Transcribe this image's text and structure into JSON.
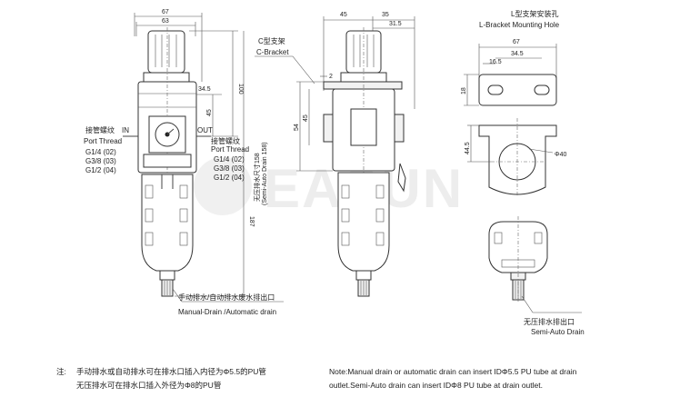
{
  "watermark": "EASUN",
  "front_view": {
    "dims": {
      "width_top": "67",
      "width_body": "63",
      "height_total": "100",
      "offset_right": "34.5",
      "port_height": "45",
      "bottom_height": "187",
      "drain_size_note": "无压排水尺寸158",
      "drain_size_note_en": "(Semi-Auto Drain 158)"
    },
    "labels": {
      "in": "IN",
      "out": "OUT",
      "port_thread_cn": "接管螺纹",
      "port_thread_en": "Port Thread",
      "threads": [
        "G1/4 (02)",
        "G3/8 (03)",
        "G1/2 (04)"
      ]
    },
    "drain_label_cn": "手动排水/自动排水废水排出口",
    "drain_label_en": "Manual-Drain /Automatic drain"
  },
  "side_view": {
    "dims": {
      "left_width": "45",
      "right_width": "35",
      "inner_width": "31.5",
      "height_54": "54",
      "height_45": "45",
      "offset_2": "2"
    },
    "bracket_cn": "C型支架",
    "bracket_en": "C-Bracket"
  },
  "bracket_view": {
    "title_cn": "L型支架安装孔",
    "title_en": "L-Bracket Mounting Hole",
    "dims": {
      "width": "67",
      "hole_span": "34.5",
      "offset": "16.5",
      "height": "18",
      "center_height": "44.5",
      "bore": "Φ40"
    },
    "drain_label_cn": "无压排水排出口",
    "drain_label_en": "Semi-Auto Drain"
  },
  "notes": {
    "prefix": "注:",
    "cn_line1": "手动排水或自动排水可在排水口插入内径为Φ5.5的PU管",
    "cn_line2": "无压排水可在排水口插入外径为Φ8的PU管",
    "en_line1": "Note:Manual drain or automatic drain can insert IDΦ5.5 PU tube at drain",
    "en_line2": "outlet.Semi-Auto drain can insert IDΦ8 PU tube at drain outlet."
  }
}
